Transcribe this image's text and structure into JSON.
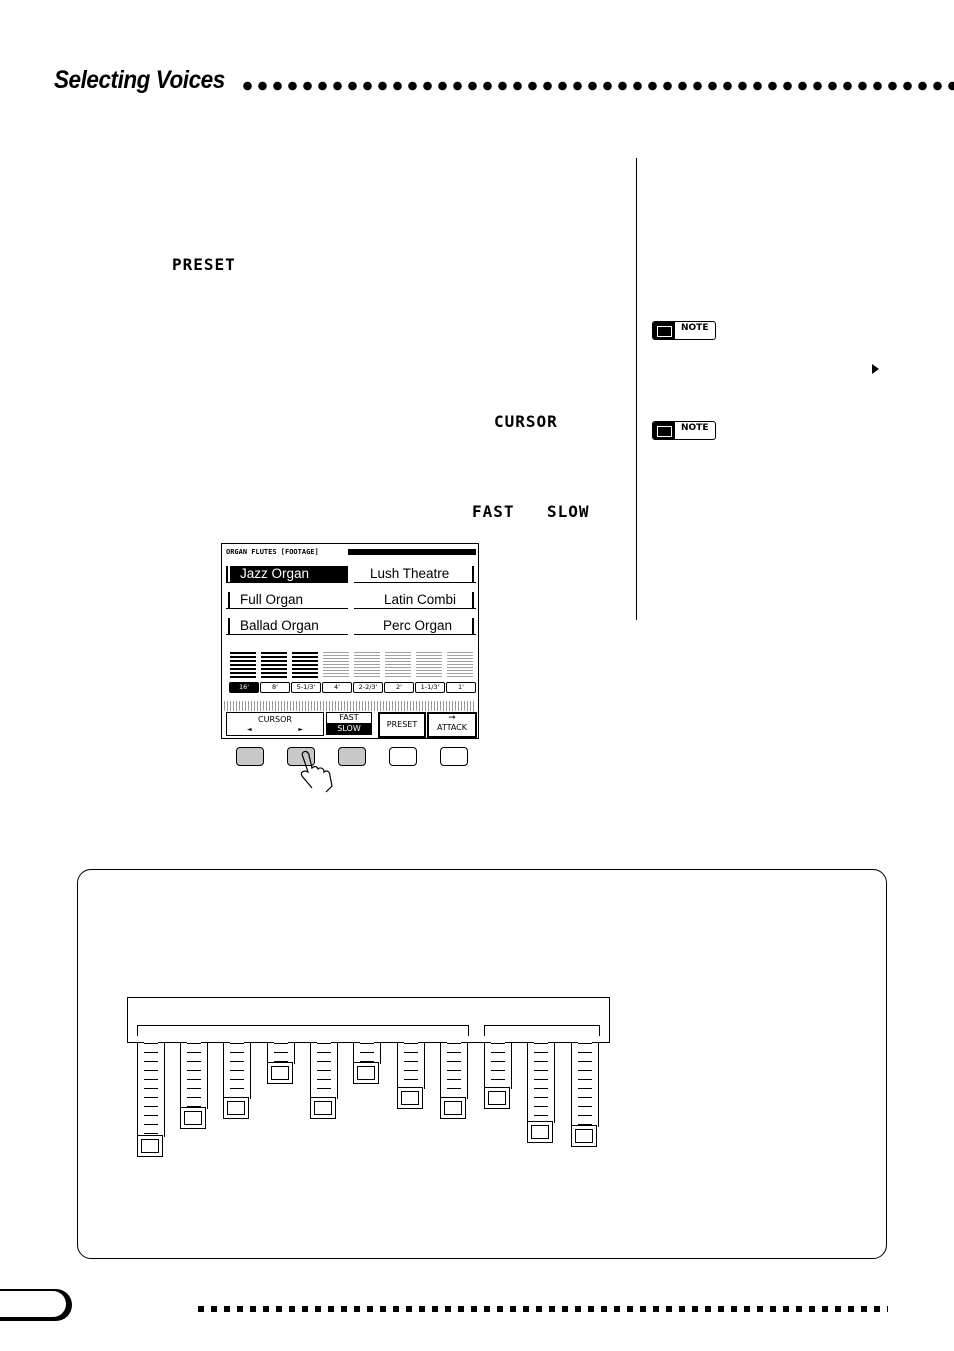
{
  "header": {
    "title": "Selecting Voices"
  },
  "keywords": {
    "preset": "PRESET",
    "cursor": "CURSOR",
    "fast": "FAST",
    "slow": "SLOW"
  },
  "notes": {
    "label": "NOTE"
  },
  "lcd": {
    "header": "ORGAN FLUTES [FOOTAGE]",
    "voices": [
      "Jazz Organ",
      "Lush Theatre",
      "Full Organ",
      "Latin Combi",
      "Ballad Organ",
      "Perc Organ"
    ],
    "selected_voice": "Jazz Organ",
    "footages": [
      "16'",
      "8'",
      "5-1/3'",
      "4'",
      "2-2/3'",
      "2'",
      "1-1/3'",
      "1'"
    ],
    "footage_levels": [
      1,
      1,
      1,
      0,
      0,
      0,
      0,
      0
    ],
    "buttons": {
      "cursor": "CURSOR",
      "left_arrow": "◄",
      "right_arrow": "►",
      "fast": "FAST",
      "slow": "SLOW",
      "preset": "PRESET",
      "attack": "ATTACK",
      "attack_arrow": "➞"
    }
  },
  "panel_buttons": {
    "highlighted": [
      true,
      true,
      true,
      false,
      false
    ]
  },
  "drawbars": {
    "extensions": [
      0.82,
      0.62,
      0.55,
      0.3,
      0.55,
      0.3,
      0.48,
      0.55,
      0.48,
      0.72,
      0.75
    ]
  }
}
